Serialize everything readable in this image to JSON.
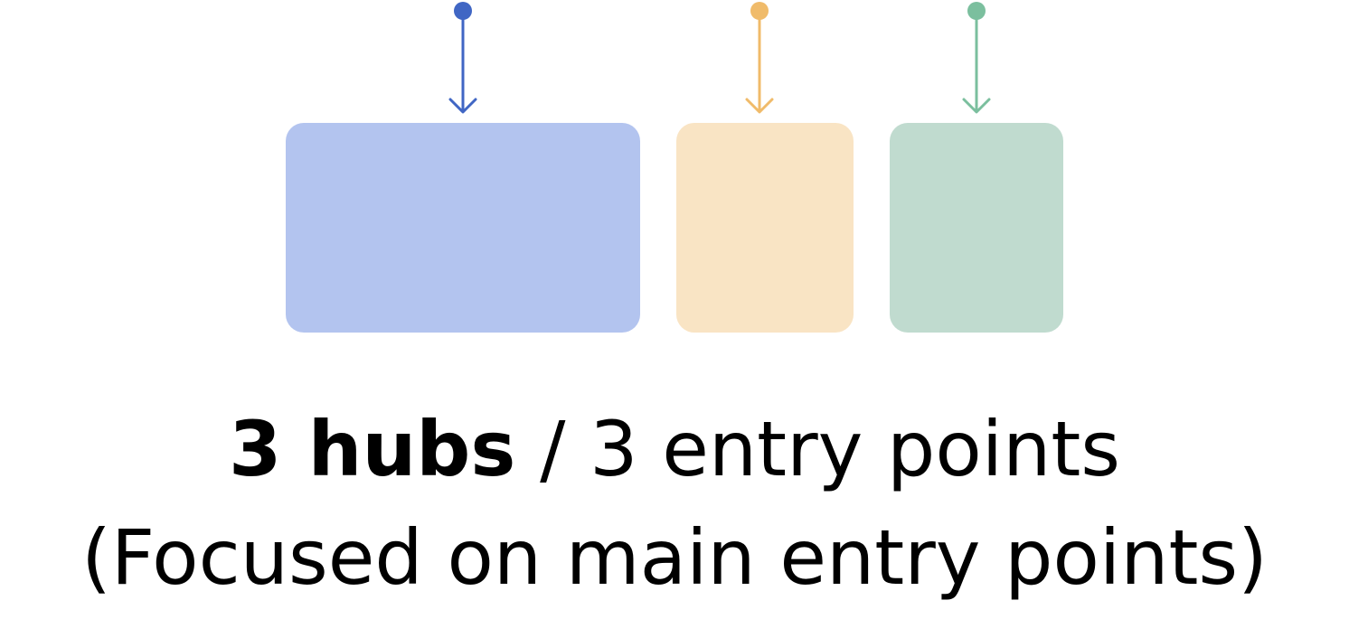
{
  "hubs": [
    {
      "id": "hub-1",
      "fill": "#b3c4ef",
      "arrow_color": "#4066c4"
    },
    {
      "id": "hub-2",
      "fill": "#f9e4c4",
      "arrow_color": "#f0bb6a"
    },
    {
      "id": "hub-3",
      "fill": "#c0dbcf",
      "arrow_color": "#7bbf9e"
    }
  ],
  "caption": {
    "bold": "3 hubs",
    "rest": " / 3 entry points",
    "line2": "(Focused on main entry points)"
  }
}
